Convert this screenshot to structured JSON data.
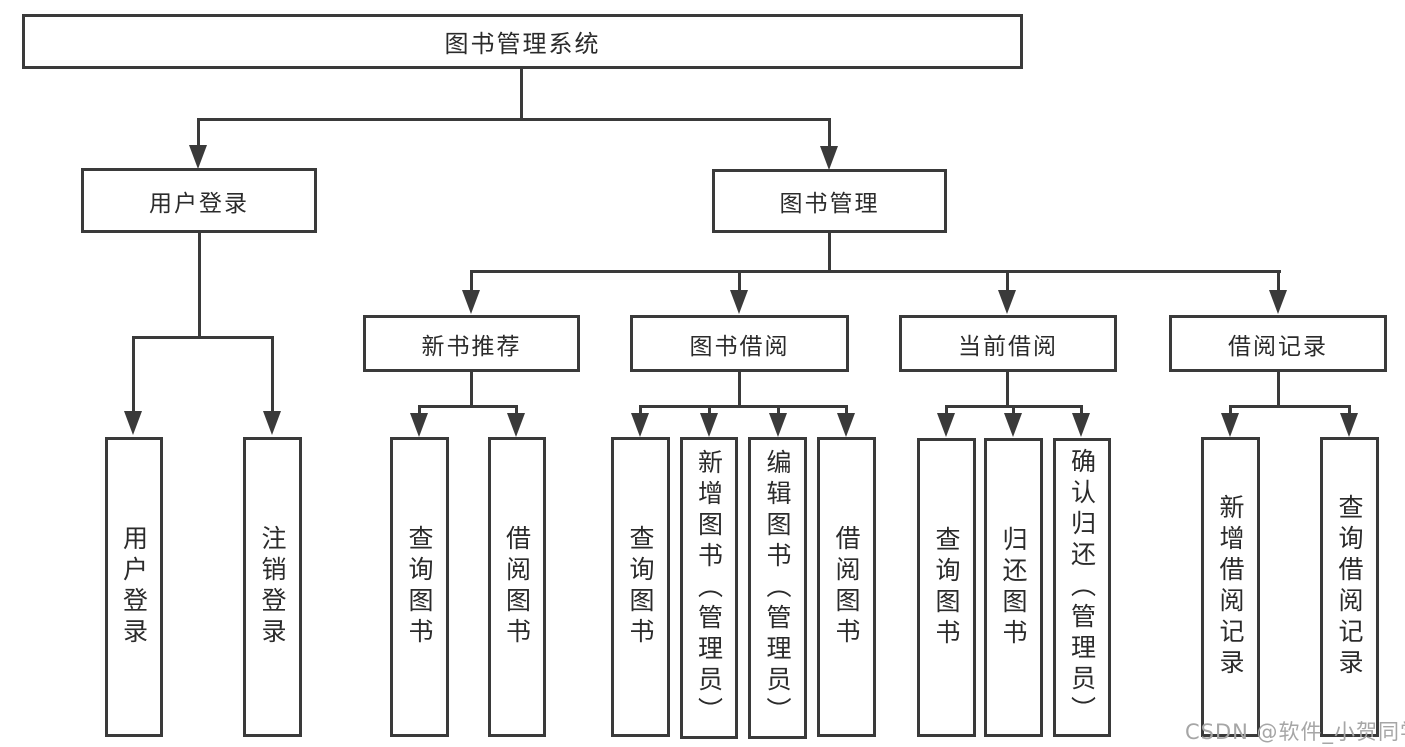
{
  "nodes": {
    "root": "图书管理系统",
    "user_login": "用户登录",
    "book_mgmt": "图书管理",
    "new_book_rec": "新书推荐",
    "book_borrow": "图书借阅",
    "current_borrow": "当前借阅",
    "borrow_record": "借阅记录",
    "leaves": {
      "user_login": [
        "用户登录",
        "注销登录"
      ],
      "new_book_rec": [
        "查询图书",
        "借阅图书"
      ],
      "book_borrow": [
        "查询图书",
        "新增图书（管理员）",
        "编辑图书（管理员）",
        "借阅图书"
      ],
      "current_borrow": [
        "查询图书",
        "归还图书",
        "确认归还（管理员）"
      ],
      "borrow_record": [
        "新增借阅记录",
        "查询借阅记录"
      ]
    }
  },
  "colors": {
    "line": "#3a3a3a",
    "text": "#2b2b2b",
    "watermark": "#a6a6a6",
    "background": "#ffffff"
  },
  "watermark": "CSDN @软件_小贺同学"
}
